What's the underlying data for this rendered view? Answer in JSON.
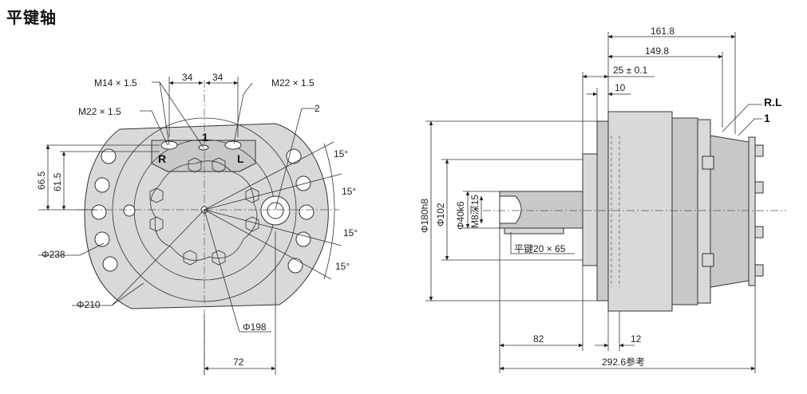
{
  "title": "平键轴",
  "front_view": {
    "port_thread_left": "M22 × 1.5",
    "port_thread_top": "M14 × 1.5",
    "port_thread_right": "M22 × 1.5",
    "callout_2": "2",
    "callout_1": "1",
    "port_R": "R",
    "port_L": "L",
    "dim_34a": "34",
    "dim_34b": "34",
    "dim_66_5": "66.5",
    "dim_61_5": "61.5",
    "angle_1": "15°",
    "angle_2": "15°",
    "angle_3": "15°",
    "angle_4": "15°",
    "dia_238": "Φ238",
    "dia_210": "Φ210",
    "dia_198": "Φ198",
    "dim_72": "72"
  },
  "side_view": {
    "dim_161_8": "161.8",
    "dim_149_8": "149.8",
    "dim_25": "25 ± 0.1",
    "dim_10": "10",
    "label_RL": "R.L",
    "label_1": "1",
    "dia_180h8": "Φ180h8",
    "dia_102": "Φ102",
    "dia_40k6": "Φ40k6",
    "thread_m8": "M8深15",
    "key_spec": "平键20 × 65",
    "dim_82": "82",
    "dim_12": "12",
    "dim_292_6": "292.6参考"
  }
}
